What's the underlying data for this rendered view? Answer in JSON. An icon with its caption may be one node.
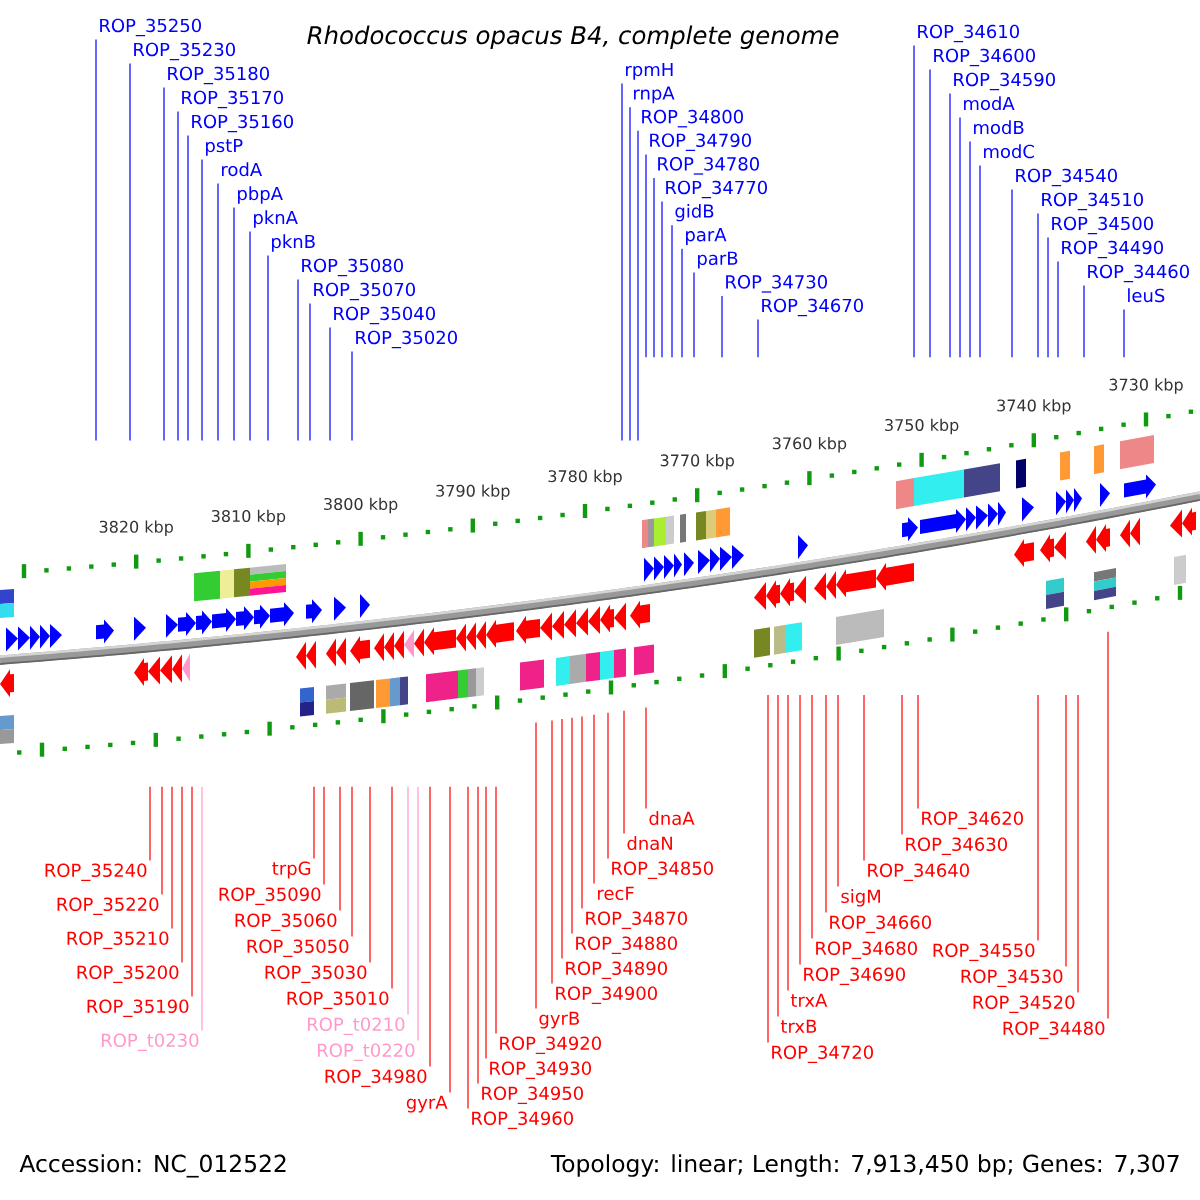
{
  "diagram": {
    "title": "Rhodococcus opacus B4, complete genome",
    "nodes": [
      {
        "text": [
          "ROP_35250"
        ]
      },
      {
        "text": [
          "ROP_35230"
        ]
      },
      {
        "text": [
          "ROP_35180"
        ]
      },
      {
        "text": [
          "ROP_35170"
        ]
      },
      {
        "text": [
          "ROP_35160"
        ]
      },
      {
        "text": [
          "pstP"
        ]
      },
      {
        "text": [
          "rodA"
        ]
      },
      {
        "text": [
          "pbpA"
        ]
      },
      {
        "text": [
          "pknA"
        ]
      },
      {
        "text": [
          "pknB"
        ]
      },
      {
        "text": [
          "ROP_35080"
        ]
      },
      {
        "text": [
          "ROP_35070"
        ]
      },
      {
        "text": [
          "ROP_35040"
        ]
      },
      {
        "text": [
          "ROP_35020"
        ]
      },
      {
        "text": [
          "rpmH"
        ]
      },
      {
        "text": [
          "rnpA"
        ]
      },
      {
        "text": [
          "ROP_34800"
        ]
      },
      {
        "text": [
          "ROP_34790"
        ]
      },
      {
        "text": [
          "ROP_34780"
        ]
      },
      {
        "text": [
          "ROP_34770"
        ]
      },
      {
        "text": [
          "gidB"
        ]
      },
      {
        "text": [
          "parA"
        ]
      },
      {
        "text": [
          "parB"
        ]
      },
      {
        "text": [
          "ROP_34730"
        ]
      },
      {
        "text": [
          "ROP_34670"
        ]
      },
      {
        "text": [
          "ROP_34610"
        ]
      },
      {
        "text": [
          "ROP_34600"
        ]
      },
      {
        "text": [
          "ROP_34590"
        ]
      },
      {
        "text": [
          "modA"
        ]
      },
      {
        "text": [
          "modB"
        ]
      },
      {
        "text": [
          "modC"
        ]
      },
      {
        "text": [
          "ROP_34540"
        ]
      },
      {
        "text": [
          "ROP_34510"
        ]
      },
      {
        "text": [
          "ROP_34500"
        ]
      },
      {
        "text": [
          "ROP_34490"
        ]
      },
      {
        "text": [
          "ROP_34460"
        ]
      },
      {
        "text": [
          "leuS"
        ]
      },
      {
        "text": [
          "ROP_35240"
        ]
      },
      {
        "text": [
          "ROP_35220"
        ]
      },
      {
        "text": [
          "ROP_35210"
        ]
      },
      {
        "text": [
          "ROP_35200"
        ]
      },
      {
        "text": [
          "ROP_35190"
        ]
      },
      {
        "text": [
          "ROP_t0230"
        ]
      },
      {
        "text": [
          "trpG"
        ]
      },
      {
        "text": [
          "ROP_35090"
        ]
      },
      {
        "text": [
          "ROP_35060"
        ]
      },
      {
        "text": [
          "ROP_35050"
        ]
      },
      {
        "text": [
          "ROP_35030"
        ]
      },
      {
        "text": [
          "ROP_35010"
        ]
      },
      {
        "text": [
          "ROP_t0210"
        ]
      },
      {
        "text": [
          "ROP_t0220"
        ]
      },
      {
        "text": [
          "ROP_34980"
        ]
      },
      {
        "text": [
          "gyrA"
        ]
      },
      {
        "text": [
          "ROP_34960"
        ]
      },
      {
        "text": [
          "ROP_34950"
        ]
      },
      {
        "text": [
          "ROP_34930"
        ]
      },
      {
        "text": [
          "ROP_34920"
        ]
      },
      {
        "text": [
          "gyrB"
        ]
      },
      {
        "text": [
          "ROP_34900"
        ]
      },
      {
        "text": [
          "ROP_34890"
        ]
      },
      {
        "text": [
          "ROP_34880"
        ]
      },
      {
        "text": [
          "ROP_34870"
        ]
      },
      {
        "text": [
          "recF"
        ]
      },
      {
        "text": [
          "ROP_34850"
        ]
      },
      {
        "text": [
          "dnaN"
        ]
      },
      {
        "text": [
          "dnaA"
        ]
      },
      {
        "text": [
          "ROP_34720"
        ]
      },
      {
        "text": [
          "trxB"
        ]
      },
      {
        "text": [
          "trxA"
        ]
      },
      {
        "text": [
          "ROP_34690"
        ]
      },
      {
        "text": [
          "ROP_34680"
        ]
      },
      {
        "text": [
          "ROP_34660"
        ]
      },
      {
        "text": [
          "sigM"
        ]
      },
      {
        "text": [
          "ROP_34640"
        ]
      },
      {
        "text": [
          "ROP_34630"
        ]
      },
      {
        "text": [
          "ROP_34620"
        ]
      },
      {
        "text": [
          "ROP_34550"
        ]
      },
      {
        "text": [
          "ROP_34530"
        ]
      },
      {
        "text": [
          "ROP_34520"
        ]
      },
      {
        "text": [
          "ROP_34480"
        ]
      }
    ],
    "edges": [
      {
        "from": 0,
        "to": null,
        "arrow": "none",
        "color": "#0000ff"
      },
      {
        "from": 1,
        "to": null,
        "arrow": "none",
        "color": "#0000ff"
      },
      {
        "from": 2,
        "to": null,
        "arrow": "none",
        "color": "#0000ff"
      },
      {
        "from": 3,
        "to": null,
        "arrow": "none",
        "color": "#0000ff"
      },
      {
        "from": 4,
        "to": null,
        "arrow": "none",
        "color": "#0000ff"
      },
      {
        "from": 5,
        "to": null,
        "arrow": "none",
        "color": "#0000ff"
      },
      {
        "from": 6,
        "to": null,
        "arrow": "none",
        "color": "#0000ff"
      },
      {
        "from": 7,
        "to": null,
        "arrow": "none",
        "color": "#0000ff"
      },
      {
        "from": 8,
        "to": null,
        "arrow": "none",
        "color": "#0000ff"
      },
      {
        "from": 9,
        "to": null,
        "arrow": "none",
        "color": "#0000ff"
      },
      {
        "from": 10,
        "to": null,
        "arrow": "none",
        "color": "#0000ff"
      },
      {
        "from": 11,
        "to": null,
        "arrow": "none",
        "color": "#0000ff"
      },
      {
        "from": 12,
        "to": null,
        "arrow": "none",
        "color": "#0000ff"
      },
      {
        "from": 13,
        "to": null,
        "arrow": "none",
        "color": "#0000ff"
      },
      {
        "from": 14,
        "to": null,
        "arrow": "none",
        "color": "#0000ff"
      },
      {
        "from": 15,
        "to": null,
        "arrow": "none",
        "color": "#0000ff"
      },
      {
        "from": 16,
        "to": null,
        "arrow": "none",
        "color": "#0000ff"
      },
      {
        "from": 17,
        "to": null,
        "arrow": "none",
        "color": "#0000ff"
      },
      {
        "from": 18,
        "to": null,
        "arrow": "none",
        "color": "#0000ff"
      },
      {
        "from": 19,
        "to": null,
        "arrow": "none",
        "color": "#0000ff"
      },
      {
        "from": 20,
        "to": null,
        "arrow": "none",
        "color": "#0000ff"
      },
      {
        "from": 21,
        "to": null,
        "arrow": "none",
        "color": "#0000ff"
      },
      {
        "from": 22,
        "to": null,
        "arrow": "none",
        "color": "#0000ff"
      },
      {
        "from": 23,
        "to": null,
        "arrow": "none",
        "color": "#0000ff"
      },
      {
        "from": 24,
        "to": null,
        "arrow": "none",
        "color": "#0000ff"
      },
      {
        "from": 25,
        "to": null,
        "arrow": "none",
        "color": "#0000ff"
      },
      {
        "from": 26,
        "to": null,
        "arrow": "none",
        "color": "#0000ff"
      },
      {
        "from": 27,
        "to": null,
        "arrow": "none",
        "color": "#0000ff"
      },
      {
        "from": 28,
        "to": null,
        "arrow": "none",
        "color": "#0000ff"
      },
      {
        "from": 29,
        "to": null,
        "arrow": "none",
        "color": "#0000ff"
      },
      {
        "from": 30,
        "to": null,
        "arrow": "none",
        "color": "#0000ff"
      },
      {
        "from": 31,
        "to": null,
        "arrow": "none",
        "color": "#0000ff"
      },
      {
        "from": 32,
        "to": null,
        "arrow": "none",
        "color": "#0000ff"
      },
      {
        "from": 33,
        "to": null,
        "arrow": "none",
        "color": "#0000ff"
      },
      {
        "from": 34,
        "to": null,
        "arrow": "none",
        "color": "#0000ff"
      },
      {
        "from": 35,
        "to": null,
        "arrow": "none",
        "color": "#0000ff"
      },
      {
        "from": 36,
        "to": null,
        "arrow": "none",
        "color": "#0000ff"
      },
      {
        "from": 37,
        "to": null,
        "arrow": "none"
      },
      {
        "from": 38,
        "to": null,
        "arrow": "none"
      },
      {
        "from": 39,
        "to": null,
        "arrow": "none"
      },
      {
        "from": 40,
        "to": null,
        "arrow": "none"
      },
      {
        "from": 41,
        "to": null,
        "arrow": "none"
      },
      {
        "from": 42,
        "to": null,
        "arrow": "none",
        "color": "#ff99cc"
      },
      {
        "from": 43,
        "to": null,
        "arrow": "none"
      },
      {
        "from": 44,
        "to": null,
        "arrow": "none"
      },
      {
        "from": 45,
        "to": null,
        "arrow": "none"
      },
      {
        "from": 46,
        "to": null,
        "arrow": "none"
      },
      {
        "from": 47,
        "to": null,
        "arrow": "none"
      },
      {
        "from": 48,
        "to": null,
        "arrow": "none"
      },
      {
        "from": 49,
        "to": null,
        "arrow": "none",
        "color": "#ff99cc"
      },
      {
        "from": 50,
        "to": null,
        "arrow": "none",
        "color": "#ff99cc"
      },
      {
        "from": 51,
        "to": null,
        "arrow": "none"
      },
      {
        "from": 52,
        "to": null,
        "arrow": "none"
      },
      {
        "from": 53,
        "to": null,
        "arrow": "none"
      },
      {
        "from": 54,
        "to": null,
        "arrow": "none"
      },
      {
        "from": 55,
        "to": null,
        "arrow": "none"
      },
      {
        "from": 56,
        "to": null,
        "arrow": "none"
      },
      {
        "from": 57,
        "to": null,
        "arrow": "none"
      },
      {
        "from": 58,
        "to": null,
        "arrow": "none"
      },
      {
        "from": 59,
        "to": null,
        "arrow": "none"
      },
      {
        "from": 60,
        "to": null,
        "arrow": "none"
      },
      {
        "from": 61,
        "to": null,
        "arrow": "none"
      },
      {
        "from": 62,
        "to": null,
        "arrow": "none"
      },
      {
        "from": 63,
        "to": null,
        "arrow": "none"
      },
      {
        "from": 64,
        "to": null,
        "arrow": "none"
      },
      {
        "from": 65,
        "to": null,
        "arrow": "none"
      },
      {
        "from": 66,
        "to": null,
        "arrow": "none"
      },
      {
        "from": 67,
        "to": null,
        "arrow": "none"
      },
      {
        "from": 68,
        "to": null,
        "arrow": "none"
      },
      {
        "from": 69,
        "to": null,
        "arrow": "none"
      },
      {
        "from": 70,
        "to": null,
        "arrow": "none"
      },
      {
        "from": 71,
        "to": null,
        "arrow": "none"
      },
      {
        "from": 72,
        "to": null,
        "arrow": "none"
      },
      {
        "from": 73,
        "to": null,
        "arrow": "none"
      },
      {
        "from": 74,
        "to": null,
        "arrow": "none"
      },
      {
        "from": 75,
        "to": null,
        "arrow": "none"
      },
      {
        "from": 76,
        "to": null,
        "arrow": "none"
      },
      {
        "from": 77,
        "to": null,
        "arrow": "none"
      },
      {
        "from": 78,
        "to": null,
        "arrow": "none"
      },
      {
        "from": 79,
        "to": null,
        "arrow": "none"
      }
    ],
    "labels": [
      "3820 kbp",
      "3810 kbp",
      "3800 kbp",
      "3790 kbp",
      "3780 kbp",
      "3770 kbp",
      "3760 kbp",
      "3750 kbp",
      "3740 kbp",
      "3730 kbp",
      "Accession: NC_012522",
      "Topology: linear; Length: 7,913,450 bp; Genes: 7,307"
    ]
  }
}
